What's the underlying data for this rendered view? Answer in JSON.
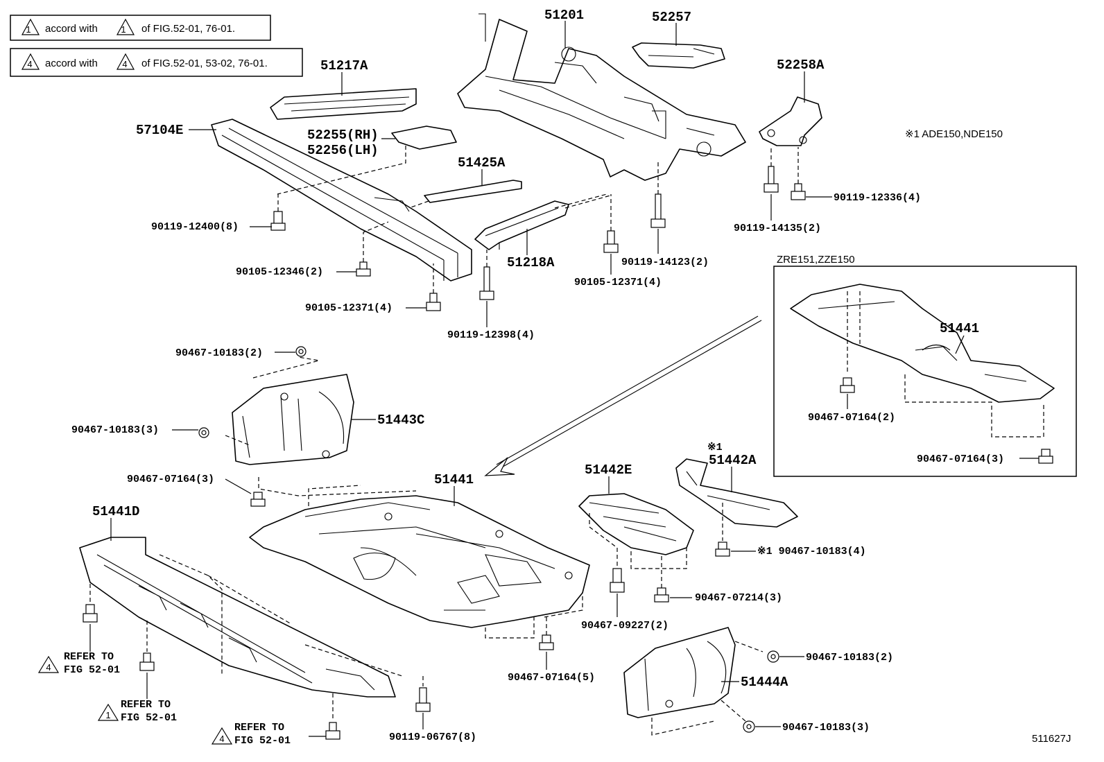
{
  "legend": [
    {
      "symbol": "1",
      "prefix": "accord with",
      "suffix": "of FIG.52-01, 76-01."
    },
    {
      "symbol": "4",
      "prefix": "accord with",
      "suffix": "of FIG.52-01, 53-02, 76-01."
    }
  ],
  "note_variant": "※1  ADE150,NDE150",
  "inset_title": "ZRE151,ZZE150",
  "figure_code": "511627J",
  "parts": {
    "p51201": "51201",
    "p52257": "52257",
    "p51217A": "51217A",
    "p52258A": "52258A",
    "p57104E": "57104E",
    "p52255": "52255(RH)",
    "p52256": "52256(LH)",
    "p51425A": "51425A",
    "p51218A": "51218A",
    "p51443C": "51443C",
    "p51441": "51441",
    "p51441_inset": "51441",
    "p51442E": "51442E",
    "p51442A": "51442A",
    "p51442A_mark": "※1",
    "p51441D": "51441D",
    "p51444A": "51444A"
  },
  "fasteners": {
    "f1": "90119-12400(8)",
    "f2": "90105-12346(2)",
    "f3": "90105-12371(4)",
    "f4": "90119-12398(4)",
    "f5": "90105-12371(4)",
    "f6": "90119-14123(2)",
    "f7": "90119-14135(2)",
    "f8": "90119-12336(4)",
    "f9": "90467-07164(2)",
    "f10": "90467-07164(3)",
    "f11": "90467-10183(2)",
    "f12": "90467-10183(3)",
    "f13": "90467-07164(3)",
    "f14": "※1 90467-10183(4)",
    "f15": "90467-07214(3)",
    "f16": "90467-09227(2)",
    "f17": "90467-07164(5)",
    "f18": "90467-10183(2)",
    "f19": "90467-10183(3)",
    "f20": "90119-06767(8)"
  },
  "refs": [
    {
      "symbol": "4",
      "line1": "REFER TO",
      "line2": "FIG 52-01"
    },
    {
      "symbol": "1",
      "line1": "REFER TO",
      "line2": "FIG 52-01"
    },
    {
      "symbol": "4",
      "line1": "REFER TO",
      "line2": "FIG 52-01"
    }
  ]
}
